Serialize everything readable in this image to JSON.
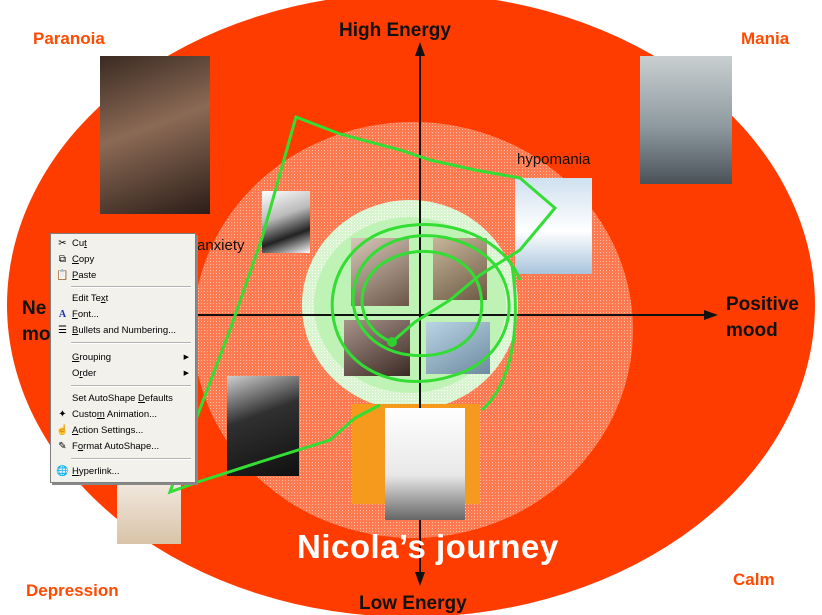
{
  "slide": {
    "title": "Nicola’s journey",
    "axes": {
      "top": "High Energy",
      "bottom": "Low Energy",
      "right_line1": "Positive",
      "right_line2": "mood",
      "left_line1": "Ne",
      "left_line2": "mo"
    },
    "corners": {
      "top_left": "Paranoia",
      "top_right": "Mania",
      "bottom_left": "Depression",
      "bottom_right": "Calm"
    },
    "words": {
      "hypomania": "hypomania",
      "anxiety": "anxiety"
    },
    "colors": {
      "outer_ring": "#ff3c00",
      "middle_ring": "#ff7a50",
      "inner_ring": "#dff8d8",
      "core": "#bff3b5",
      "journey_line": "#33dd33",
      "bar_orange": "#f59a1c"
    }
  },
  "context_menu": {
    "items": [
      {
        "icon": "scissors-icon",
        "label": "Cut",
        "u": "t"
      },
      {
        "icon": "copy-icon",
        "label": "Copy",
        "u": "C"
      },
      {
        "icon": "paste-icon",
        "label": "Paste",
        "u": "P"
      },
      {
        "icon": "",
        "label": "Edit Text",
        "u": "x"
      },
      {
        "icon": "font-icon",
        "label": "Font...",
        "u": "F"
      },
      {
        "icon": "bullets-icon",
        "label": "Bullets and Numbering...",
        "u": "B"
      },
      {
        "icon": "",
        "label": "Grouping",
        "u": "G",
        "submenu": true
      },
      {
        "icon": "",
        "label": "Order",
        "u": "r",
        "submenu": true
      },
      {
        "icon": "",
        "label": "Set AutoShape Defaults",
        "u": "D"
      },
      {
        "icon": "custom-animation-icon",
        "label": "Custom Animation...",
        "u": "m"
      },
      {
        "icon": "action-settings-icon",
        "label": "Action Settings...",
        "u": "A"
      },
      {
        "icon": "format-autoshape-icon",
        "label": "Format AutoShape...",
        "u": "o"
      },
      {
        "icon": "hyperlink-icon",
        "label": "Hyperlink...",
        "u": "H"
      }
    ]
  }
}
